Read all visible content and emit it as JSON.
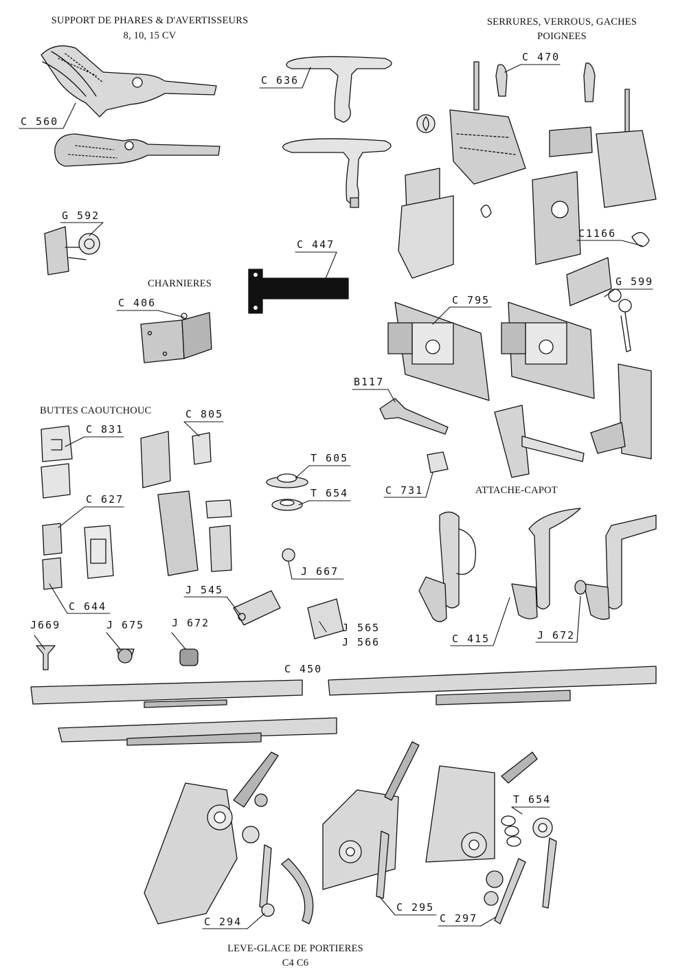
{
  "headings": {
    "support_title": "SUPPORT DE PHARES & D'AVERTISSEURS",
    "support_subtitle": "8, 10, 15 CV",
    "serrures_line1": "SERRURES, VERROUS, GACHES",
    "serrures_line2": "POIGNEES",
    "charnieres": "CHARNIERES",
    "buttes": "BUTTES CAOUTCHOUC",
    "attache": "ATTACHE-CAPOT",
    "leve_line1": "LEVE-GLACE DE PORTIERES",
    "leve_line2": "C4 C6"
  },
  "refs": {
    "c560": "C 560",
    "c636": "C 636",
    "c470": "C 470",
    "g592": "G 592",
    "c447": "C 447",
    "c1166": "C1166",
    "c406": "C 406",
    "g599": "G 599",
    "c795": "C 795",
    "b117": "B117",
    "c805": "C 805",
    "c831": "C 831",
    "t605": "T 605",
    "t654a": "T 654",
    "c731": "C 731",
    "c627": "C 627",
    "j667": "J 667",
    "c644": "C 644",
    "j545": "J 545",
    "j669": "J669",
    "j675": "J 675",
    "j672a": "J 672",
    "j565": "J 565",
    "j566": "J 566",
    "c415": "C 415",
    "j672b": "J 672",
    "c450": "C 450",
    "t654b": "T 654",
    "c294": "C 294",
    "c295": "C 295",
    "c297": "C 297"
  }
}
